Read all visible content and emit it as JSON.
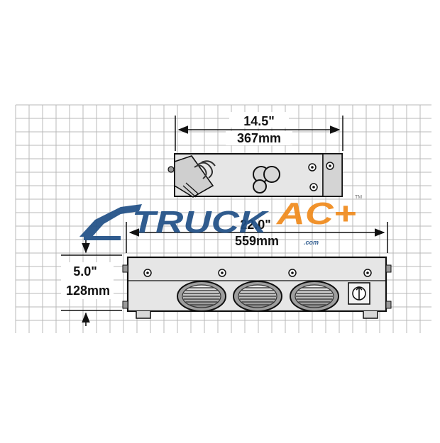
{
  "top_dimension": {
    "inches": "14.5\"",
    "mm": "367mm"
  },
  "width_dimension": {
    "inches": "22.0\"",
    "mm": "559mm"
  },
  "height_dimension": {
    "inches": "5.0\"",
    "mm": "128mm"
  },
  "watermark": {
    "brand_truck": "TRUCK",
    "brand_ac": "AC+",
    "tm": "TM",
    "domain": ".com"
  },
  "colors": {
    "grid": "#b9b9b9",
    "unit_fill": "#e6e6e6",
    "unit_stroke": "#111111",
    "watermark_blue": "#1f4f86",
    "watermark_orange": "#f08a1c"
  },
  "icons": {
    "vent": "oval-louvered-vent",
    "control_knob": "rotary-knob-icon",
    "mount_bolt": "bolt-icon"
  }
}
